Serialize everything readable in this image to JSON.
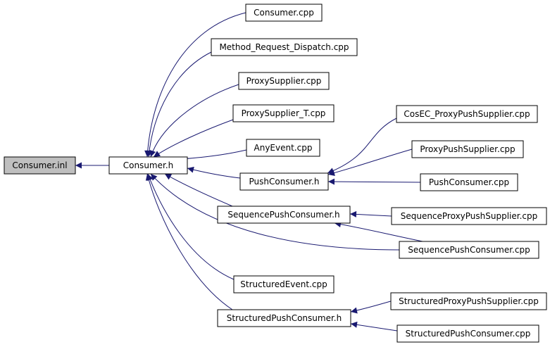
{
  "colors": {
    "edge": "#191970",
    "arrowhead": "#191970",
    "node_fill": "#ffffff",
    "node_stroke": "#000000",
    "highlight_fill": "#bfbfbf"
  },
  "nodes": [
    {
      "id": "consumer-inl",
      "label": "Consumer.inl",
      "highlight": true
    },
    {
      "id": "consumer-h",
      "label": "Consumer.h"
    },
    {
      "id": "consumer-cpp",
      "label": "Consumer.cpp"
    },
    {
      "id": "method-request-dispatch-cpp",
      "label": "Method_Request_Dispatch.cpp"
    },
    {
      "id": "proxysupplier-cpp",
      "label": "ProxySupplier.cpp"
    },
    {
      "id": "proxysupplier-t-cpp",
      "label": "ProxySupplier_T.cpp"
    },
    {
      "id": "anyevent-cpp",
      "label": "AnyEvent.cpp"
    },
    {
      "id": "pushconsumer-h",
      "label": "PushConsumer.h"
    },
    {
      "id": "sequencepushconsumer-h",
      "label": "SequencePushConsumer.h"
    },
    {
      "id": "structuredevent-cpp",
      "label": "StructuredEvent.cpp"
    },
    {
      "id": "structuredpushconsumer-h",
      "label": "StructuredPushConsumer.h"
    },
    {
      "id": "cosec-proxypushsupplier-cpp",
      "label": "CosEC_ProxyPushSupplier.cpp"
    },
    {
      "id": "proxypushsupplier-cpp",
      "label": "ProxyPushSupplier.cpp"
    },
    {
      "id": "pushconsumer-cpp",
      "label": "PushConsumer.cpp"
    },
    {
      "id": "sequenceproxypushsupplier-cpp",
      "label": "SequenceProxyPushSupplier.cpp"
    },
    {
      "id": "sequencepushconsumer-cpp",
      "label": "SequencePushConsumer.cpp"
    },
    {
      "id": "structuredproxypushsupplier-cpp",
      "label": "StructuredProxyPushSupplier.cpp"
    },
    {
      "id": "structuredpushconsumer-cpp",
      "label": "StructuredPushConsumer.cpp"
    }
  ],
  "edges": [
    {
      "from": "consumer-h",
      "to": "consumer-inl"
    },
    {
      "from": "consumer-cpp",
      "to": "consumer-h"
    },
    {
      "from": "method-request-dispatch-cpp",
      "to": "consumer-h"
    },
    {
      "from": "proxysupplier-cpp",
      "to": "consumer-h"
    },
    {
      "from": "proxysupplier-t-cpp",
      "to": "consumer-h"
    },
    {
      "from": "anyevent-cpp",
      "to": "consumer-h"
    },
    {
      "from": "pushconsumer-h",
      "to": "consumer-h"
    },
    {
      "from": "sequencepushconsumer-h",
      "to": "consumer-h"
    },
    {
      "from": "sequencepushconsumer-cpp",
      "to": "consumer-h"
    },
    {
      "from": "structuredevent-cpp",
      "to": "consumer-h"
    },
    {
      "from": "structuredpushconsumer-h",
      "to": "consumer-h"
    },
    {
      "from": "cosec-proxypushsupplier-cpp",
      "to": "pushconsumer-h"
    },
    {
      "from": "proxypushsupplier-cpp",
      "to": "pushconsumer-h"
    },
    {
      "from": "pushconsumer-cpp",
      "to": "pushconsumer-h"
    },
    {
      "from": "sequenceproxypushsupplier-cpp",
      "to": "sequencepushconsumer-h"
    },
    {
      "from": "sequencepushconsumer-cpp",
      "to": "sequencepushconsumer-h"
    },
    {
      "from": "structuredproxypushsupplier-cpp",
      "to": "structuredpushconsumer-h"
    },
    {
      "from": "structuredpushconsumer-cpp",
      "to": "structuredpushconsumer-h"
    }
  ]
}
